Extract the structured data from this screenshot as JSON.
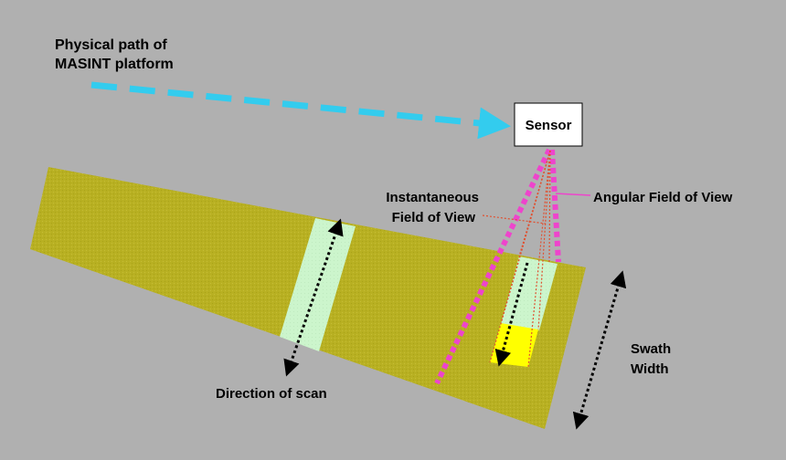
{
  "labels": {
    "platform_path_line1": "Physical path of",
    "platform_path_line2": "MASINT platform",
    "sensor": "Sensor",
    "ifov_line1": "Instantaneous",
    "ifov_line2": "Field of View",
    "afov": "Angular Field of View",
    "direction_of_scan": "Direction of scan",
    "swath_line1": "Swath",
    "swath_line2": "Width"
  },
  "colors": {
    "background": "#b0b0b0",
    "swath_strip": "#b8b022",
    "scan_line": "#ccf5cc",
    "ifov_patch": "#ffff00",
    "platform_path": "#33ccee",
    "fov_boundary": "#ee44cc",
    "ifov_ray": "#e05030",
    "sensor_box": "#ffffff"
  }
}
